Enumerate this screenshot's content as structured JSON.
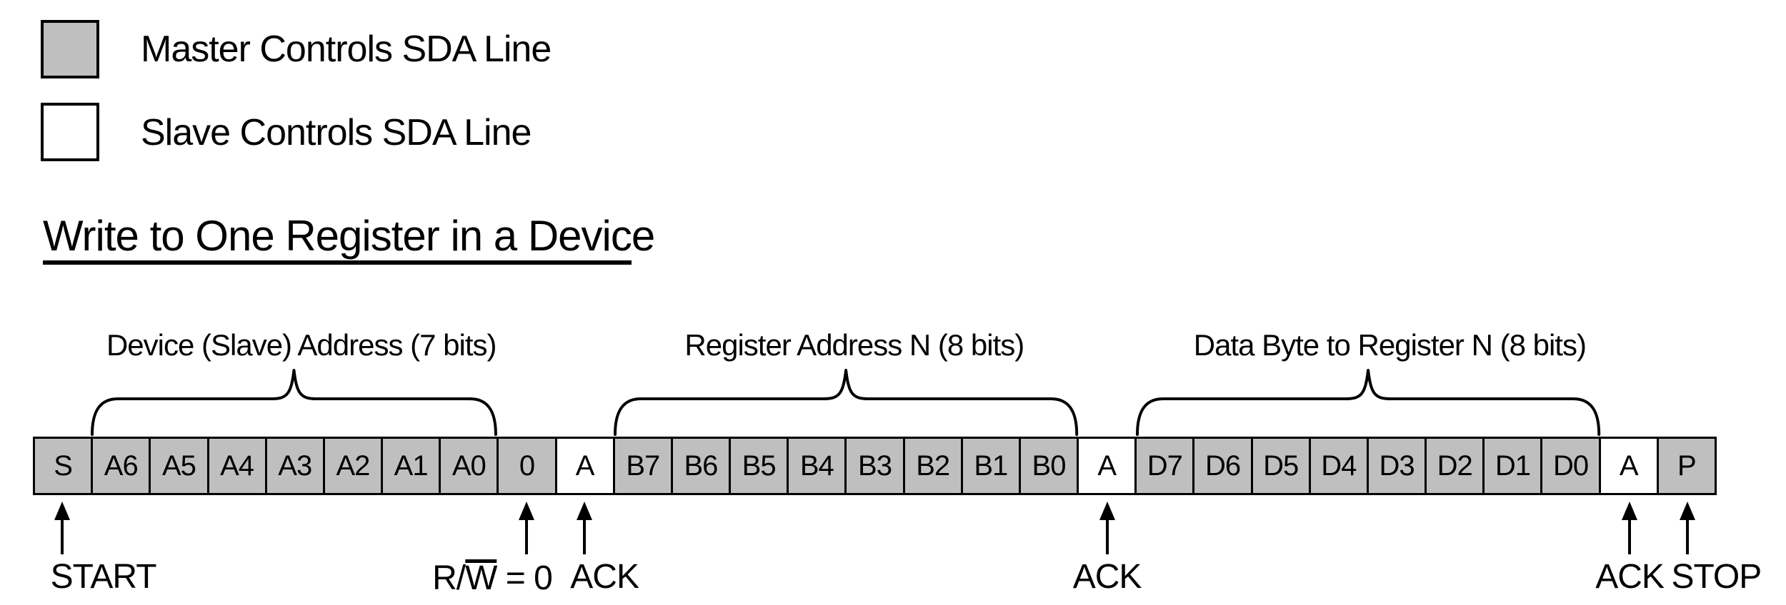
{
  "legend": {
    "items": [
      {
        "id": "master",
        "label": "Master Controls SDA Line",
        "swatch_color": "#bfbfbf"
      },
      {
        "id": "slave",
        "label": "Slave Controls SDA Line",
        "swatch_color": "#ffffff"
      }
    ]
  },
  "title": {
    "text_underlined": "Write to One Register in a Devic",
    "text_rest": "e"
  },
  "field_groups": [
    {
      "label": "Device (Slave) Address (7 bits)",
      "from_cell": "A6",
      "to_cell": "A0"
    },
    {
      "label": "Register Address N (8 bits)",
      "from_cell": "B7",
      "to_cell": "B0"
    },
    {
      "label": "Data Byte to Register N (8 bits)",
      "from_cell": "D7",
      "to_cell": "D0"
    }
  ],
  "frame": {
    "cells": [
      {
        "label": "S",
        "owner": "master"
      },
      {
        "label": "A6",
        "owner": "master"
      },
      {
        "label": "A5",
        "owner": "master"
      },
      {
        "label": "A4",
        "owner": "master"
      },
      {
        "label": "A3",
        "owner": "master"
      },
      {
        "label": "A2",
        "owner": "master"
      },
      {
        "label": "A1",
        "owner": "master"
      },
      {
        "label": "A0",
        "owner": "master"
      },
      {
        "label": "0",
        "owner": "master"
      },
      {
        "label": "A",
        "owner": "slave"
      },
      {
        "label": "B7",
        "owner": "master"
      },
      {
        "label": "B6",
        "owner": "master"
      },
      {
        "label": "B5",
        "owner": "master"
      },
      {
        "label": "B4",
        "owner": "master"
      },
      {
        "label": "B3",
        "owner": "master"
      },
      {
        "label": "B2",
        "owner": "master"
      },
      {
        "label": "B1",
        "owner": "master"
      },
      {
        "label": "B0",
        "owner": "master"
      },
      {
        "label": "A",
        "owner": "slave"
      },
      {
        "label": "D7",
        "owner": "master"
      },
      {
        "label": "D6",
        "owner": "master"
      },
      {
        "label": "D5",
        "owner": "master"
      },
      {
        "label": "D4",
        "owner": "master"
      },
      {
        "label": "D3",
        "owner": "master"
      },
      {
        "label": "D2",
        "owner": "master"
      },
      {
        "label": "D1",
        "owner": "master"
      },
      {
        "label": "D0",
        "owner": "master"
      },
      {
        "label": "A",
        "owner": "slave"
      },
      {
        "label": "P",
        "owner": "master"
      }
    ]
  },
  "markers": [
    {
      "label": "START",
      "cell_index": 0
    },
    {
      "prefix": "R/",
      "overline": "W",
      "suffix": " = 0",
      "cell_index": 8
    },
    {
      "label": "ACK",
      "cell_index": 9
    },
    {
      "label": "ACK",
      "cell_index": 18
    },
    {
      "label": "ACK",
      "cell_index": 27
    },
    {
      "label": "STOP",
      "cell_index": 28
    }
  ],
  "colors": {
    "master_fill": "#bfbfbf",
    "slave_fill": "#ffffff",
    "line": "#000000"
  }
}
